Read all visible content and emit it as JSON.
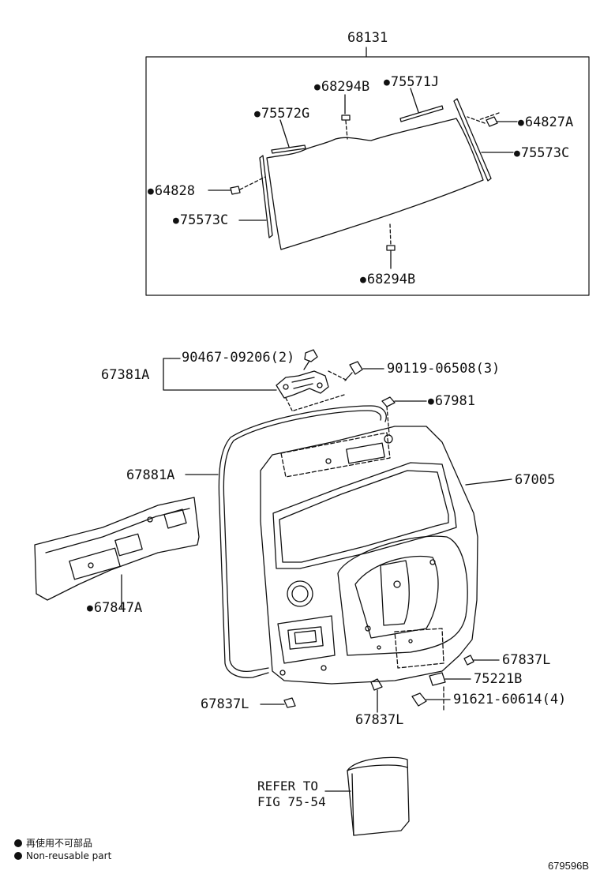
{
  "labels": {
    "p68131": "68131",
    "p68294B_top": "68294B",
    "p75571J": "75571J",
    "p75572G": "75572G",
    "p64827A": "64827A",
    "p75573C_right": "75573C",
    "p64828": "64828",
    "p75573C_left": "75573C",
    "p68294B_bottom": "68294B",
    "p90467": "90467-09206(2)",
    "p67381A": "67381A",
    "p90119": "90119-06508(3)",
    "p67981": "67981",
    "p67881A": "67881A",
    "p67005": "67005",
    "p67847A": "67847A",
    "p67837L_right": "67837L",
    "p75221B": "75221B",
    "p91621": "91621-60614(4)",
    "p67837L_left": "67837L",
    "p67837L_center": "67837L",
    "refer_line1": "REFER TO",
    "refer_line2": "FIG 75-54"
  },
  "legend": {
    "line1": "再使用不可部品",
    "line2": "Non-reusable part"
  },
  "figure_id": "679596B"
}
